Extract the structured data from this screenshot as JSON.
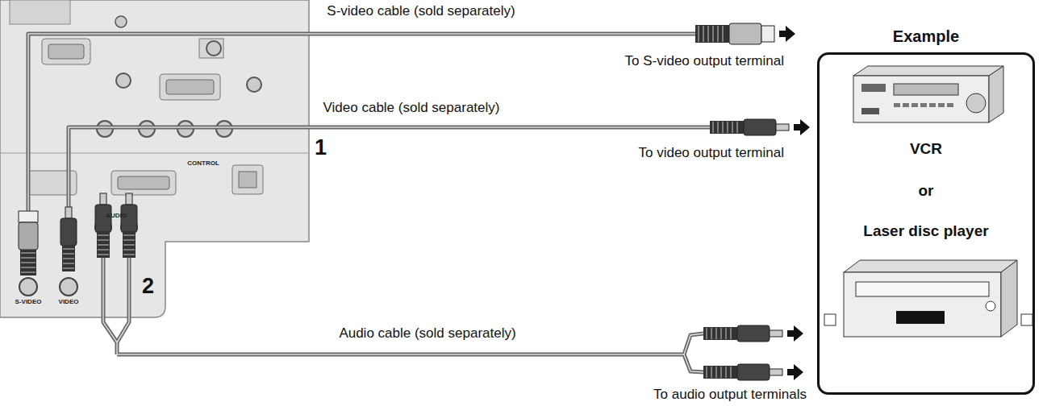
{
  "diagram": {
    "nodes": [
      {
        "text": [
          "Example",
          "VCR",
          "or",
          "Laser disc player"
        ]
      }
    ],
    "labels": [
      "S-video cable (sold separately)",
      "To S-video output terminal",
      "Video cable (sold separately)",
      "1",
      "To video output terminal",
      "S-VIDEO",
      "VIDEO",
      "AUDIO",
      "CONTROL",
      "2",
      "Audio cable (sold separately)",
      "To audio output terminals"
    ]
  }
}
